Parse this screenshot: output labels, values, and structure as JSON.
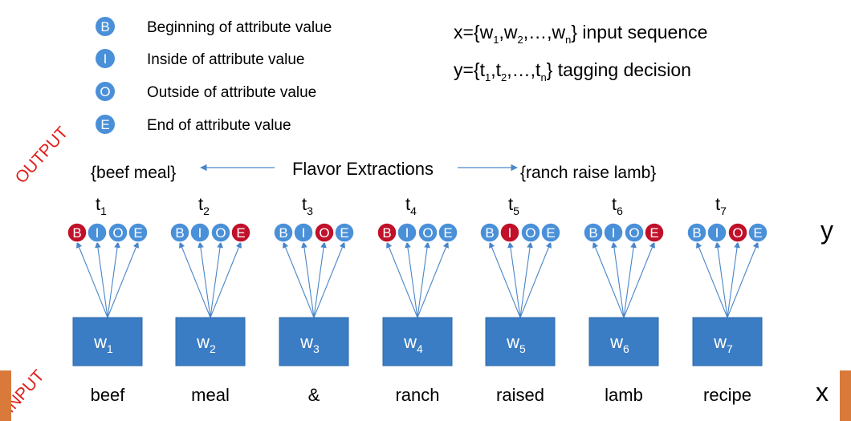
{
  "legend": [
    {
      "letter": "B",
      "text": "Beginning of attribute value"
    },
    {
      "letter": "I",
      "text": "Inside of attribute value"
    },
    {
      "letter": "O",
      "text": "Outside of attribute value"
    },
    {
      "letter": "E",
      "text": "End of attribute value"
    }
  ],
  "definitions": {
    "x": {
      "prefix": "x={w",
      "sub1": "1",
      "mid1": ",w",
      "sub2": "2",
      "mid2": ",…,w",
      "subn": "n",
      "suffix": "} input sequence"
    },
    "y": {
      "prefix": "y={t",
      "sub1": "1",
      "mid1": ",t",
      "sub2": "2",
      "mid2": ",…,t",
      "subn": "n",
      "suffix": "} tagging decision"
    }
  },
  "side_labels": {
    "output": "OUTPUT",
    "input": "INPUT",
    "y": "y",
    "x": "x"
  },
  "extraction": {
    "left": "{beef meal}",
    "center": "Flavor Extractions",
    "right": "{ranch raise lamb}"
  },
  "tag_letters": [
    "B",
    "I",
    "O",
    "E"
  ],
  "tokens": [
    {
      "t": "t",
      "t_sub": "1",
      "w": "w",
      "w_sub": "1",
      "word": "beef",
      "selected": "B"
    },
    {
      "t": "t",
      "t_sub": "2",
      "w": "w",
      "w_sub": "2",
      "word": "meal",
      "selected": "E"
    },
    {
      "t": "t",
      "t_sub": "3",
      "w": "w",
      "w_sub": "3",
      "word": "&",
      "selected": "O"
    },
    {
      "t": "t",
      "t_sub": "4",
      "w": "w",
      "w_sub": "4",
      "word": "ranch",
      "selected": "B"
    },
    {
      "t": "t",
      "t_sub": "5",
      "w": "w",
      "w_sub": "5",
      "word": "raised",
      "selected": "I"
    },
    {
      "t": "t",
      "t_sub": "6",
      "w": "w",
      "w_sub": "6",
      "word": "lamb",
      "selected": "E"
    },
    {
      "t": "t",
      "t_sub": "7",
      "w": "w",
      "w_sub": "7",
      "word": "recipe",
      "selected": "O"
    }
  ],
  "colors": {
    "circle_blue": "#4a90d9",
    "selected_red": "#c0102a",
    "box_blue": "#3b7dc4",
    "arrow_blue": "#4a86c8",
    "red_label": "#e0201c",
    "accent_orange": "#d9793a"
  }
}
